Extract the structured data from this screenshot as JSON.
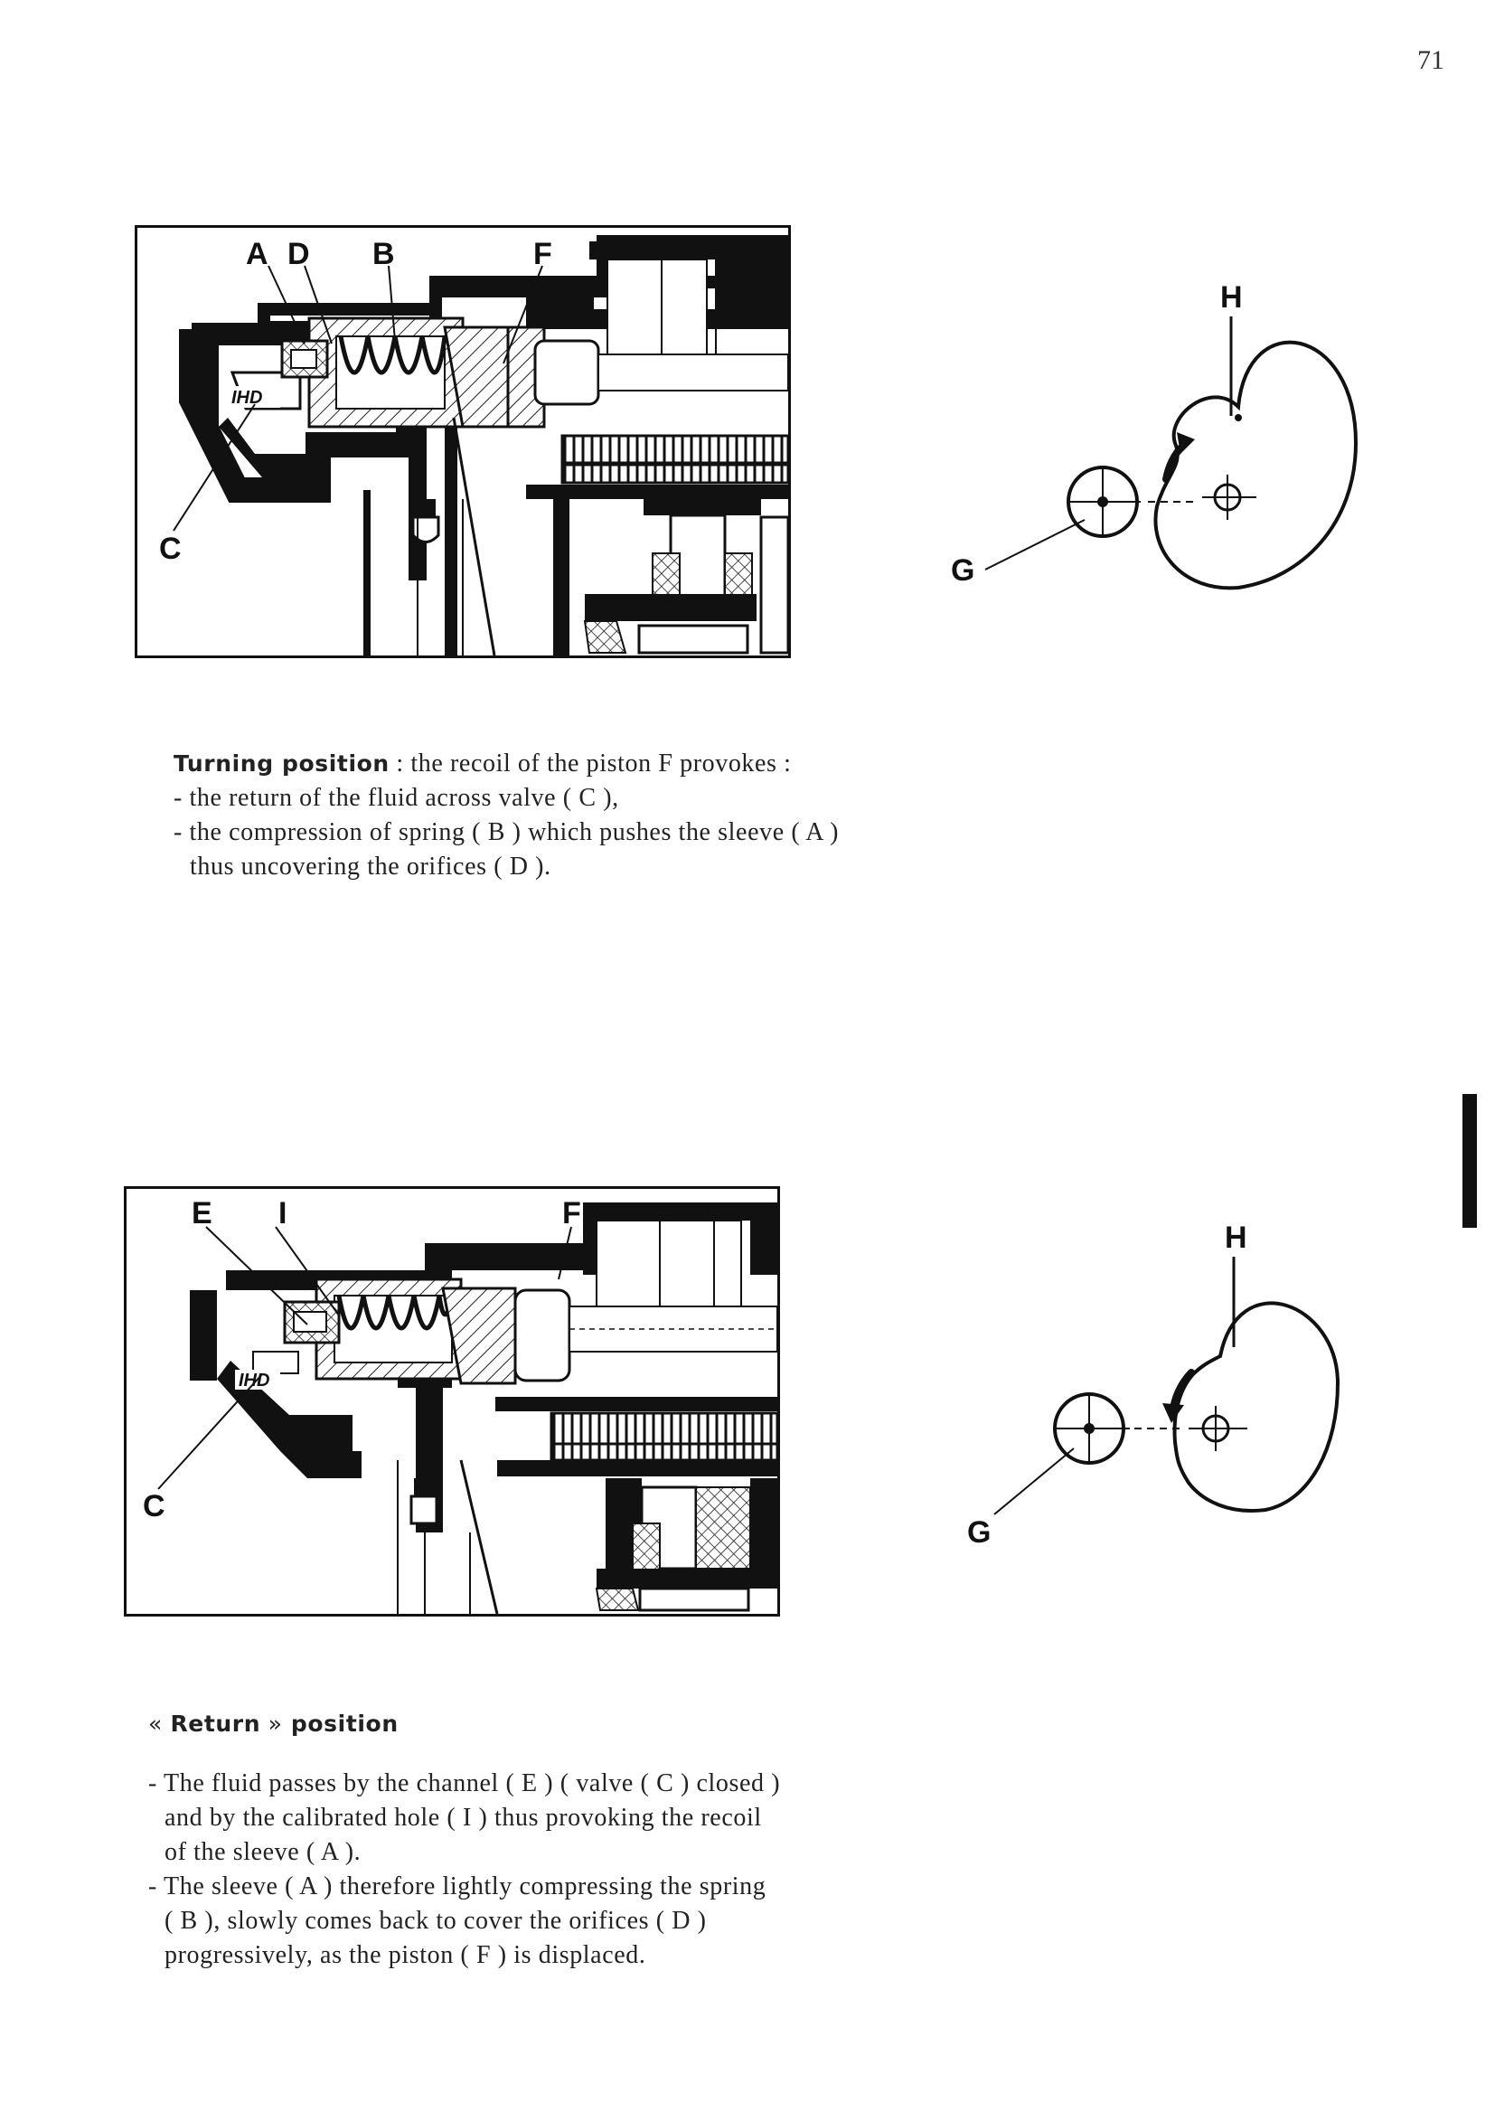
{
  "page": {
    "number": "71"
  },
  "figure1": {
    "labels": {
      "A": "A",
      "D": "D",
      "B": "B",
      "F": "F",
      "C": "C"
    },
    "stamp": "IHD"
  },
  "figure2": {
    "labels": {
      "E": "E",
      "I": "I",
      "F": "F",
      "C": "C"
    },
    "stamp": "IHD"
  },
  "cam1": {
    "labels": {
      "H": "H",
      "G": "G"
    },
    "rotation": "clockwise"
  },
  "cam2": {
    "labels": {
      "H": "H",
      "G": "G"
    },
    "rotation": "counter-clockwise"
  },
  "caption1": {
    "heading": "Turning position",
    "intro": " : the recoil of the piston F provokes :",
    "items": [
      "- the return of the fluid across valve ( C ),",
      "- the compression of spring ( B ) which pushes the sleeve ( A ) thus uncovering the orifices ( D )."
    ]
  },
  "caption2": {
    "open_quote": "« ",
    "heading": "Return",
    "close_quote": " »",
    "heading_suffix": " position",
    "items": [
      "- The fluid passes by the channel ( E ) ( valve ( C ) closed ) and by the calibrated hole ( I ) thus provoking the recoil of the sleeve ( A ).",
      "- The sleeve ( A ) therefore lightly compressing the spring ( B ), slowly comes back to cover the orifices ( D ) progressively, as the piston ( F ) is displaced."
    ]
  }
}
